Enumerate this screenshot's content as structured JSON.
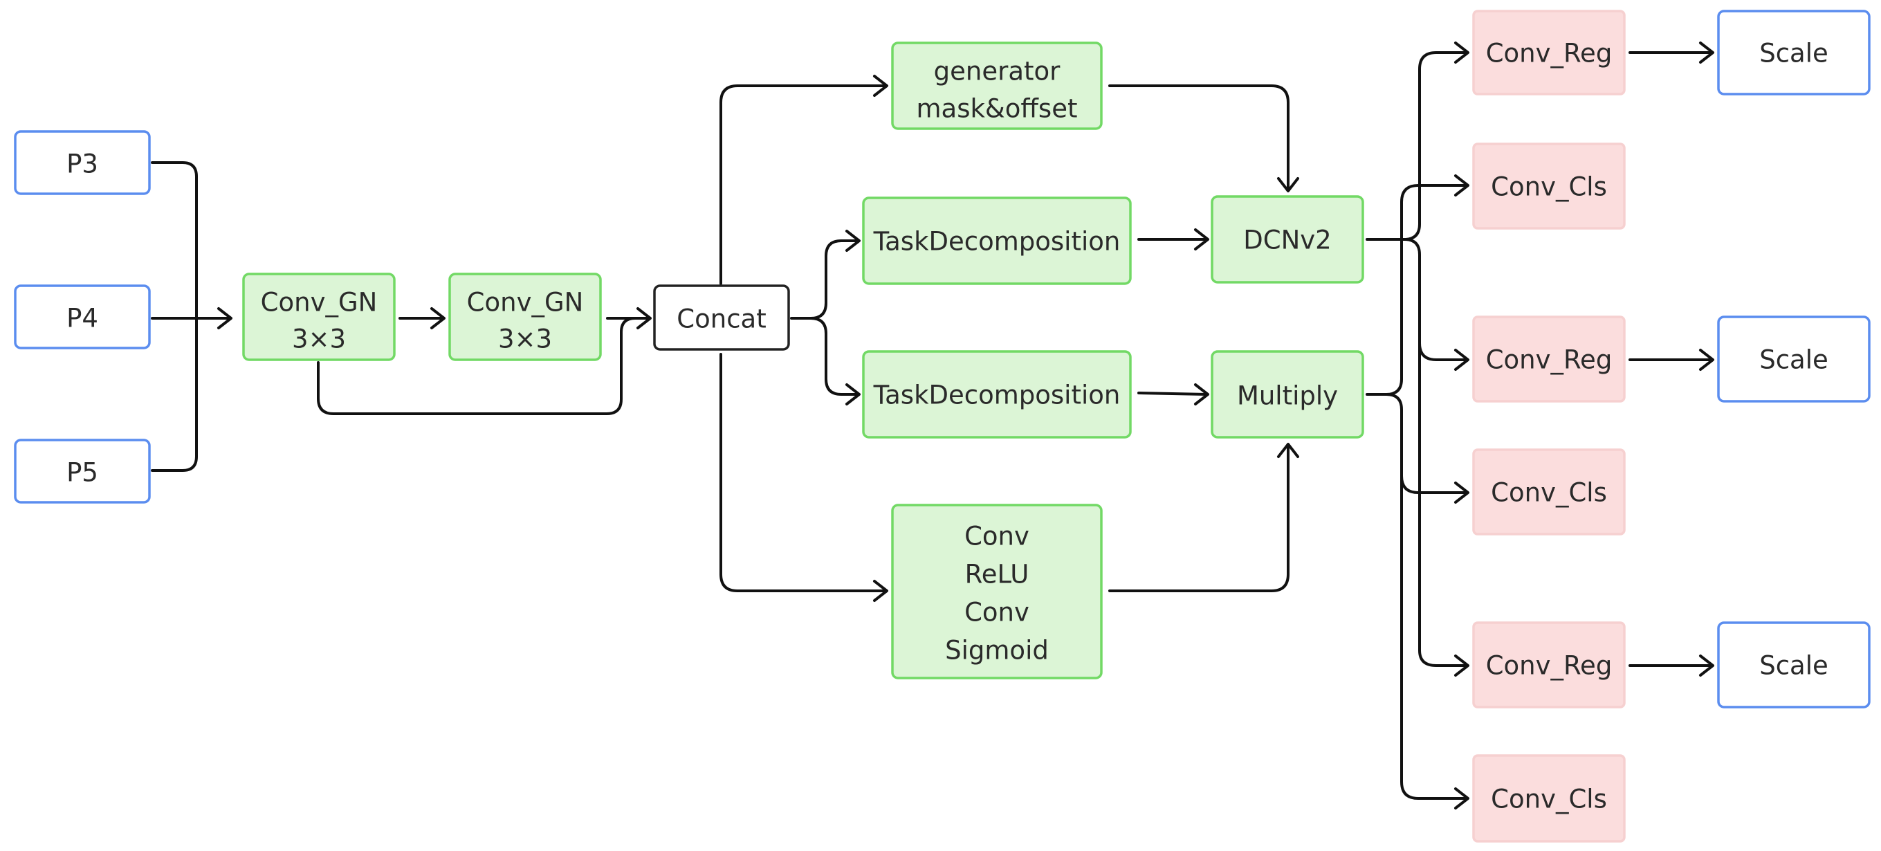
{
  "colors": {
    "input_border": "#5b8def",
    "conv_fill": "#dcf5d6",
    "conv_border": "#72d965",
    "head_fill": "#fbdddd",
    "line": "#111111"
  },
  "inputs": {
    "p3": "P3",
    "p4": "P4",
    "p5": "P5"
  },
  "stem": {
    "conv_gn_1": [
      "Conv_GN",
      "3×3"
    ],
    "conv_gn_2": [
      "Conv_GN",
      "3×3"
    ],
    "concat": "Concat"
  },
  "middle": {
    "generator": [
      "generator",
      "mask&offset"
    ],
    "task_decomposition_1": "TaskDecomposition",
    "task_decomposition_2": "TaskDecomposition",
    "attention": [
      "Conv",
      "ReLU",
      "Conv",
      "Sigmoid"
    ],
    "dcnv2": "DCNv2",
    "multiply": "Multiply"
  },
  "heads": [
    {
      "reg": "Conv_Reg",
      "cls": "Conv_Cls",
      "scale": "Scale"
    },
    {
      "reg": "Conv_Reg",
      "cls": "Conv_Cls",
      "scale": "Scale"
    },
    {
      "reg": "Conv_Reg",
      "cls": "Conv_Cls",
      "scale": "Scale"
    }
  ]
}
